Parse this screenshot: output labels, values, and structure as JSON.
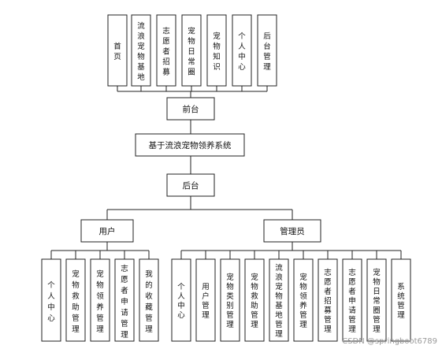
{
  "diagram": {
    "root": "基于流浪宠物领养系统",
    "frontend": {
      "label": "前台",
      "modules": [
        "首页",
        "流浪宠物基地",
        "志愿者招募",
        "宠物日常圈",
        "宠物知识",
        "个人中心",
        "后台管理"
      ]
    },
    "backend": {
      "label": "后台",
      "roles": [
        {
          "label": "用户",
          "modules": [
            "个人中心",
            "宠物救助管理",
            "宠物领养管理",
            "志愿者申请管理",
            "我的收藏管理"
          ]
        },
        {
          "label": "管理员",
          "modules": [
            "个人中心",
            "用户管理",
            "宠物类别管理",
            "宠物救助管理",
            "流浪宠物基地管理",
            "宠物领养管理",
            "志愿者招募管理",
            "志愿者申请管理",
            "宠物日常圈管理",
            "系统管理"
          ]
        }
      ]
    }
  },
  "watermark": "CSDN @springboot6789"
}
